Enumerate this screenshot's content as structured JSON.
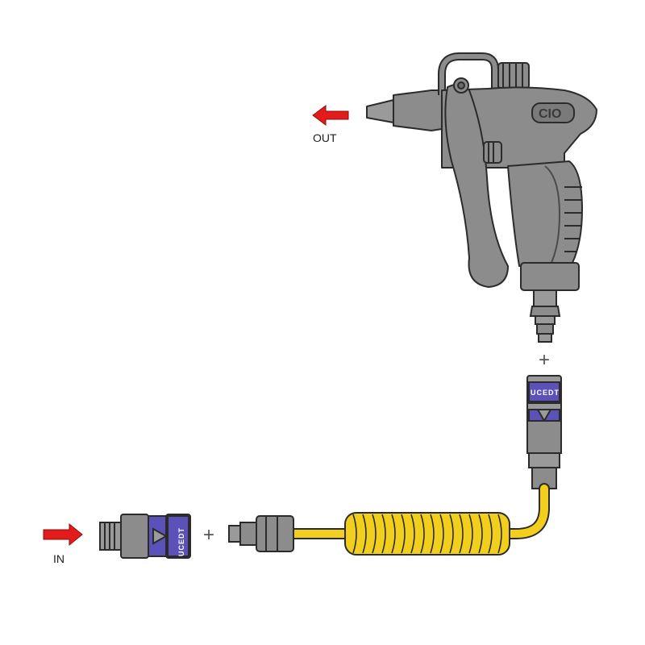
{
  "labels": {
    "out": "OUT",
    "in": "IN",
    "plus_top": "+",
    "plus_bottom": "+",
    "brand_top": "UCEDT",
    "brand_bottom": "UCEDT"
  },
  "components": [
    {
      "id": "air-blow-gun",
      "icon": "air-gun-icon"
    },
    {
      "id": "male-plug-top",
      "icon": "quick-plug-icon"
    },
    {
      "id": "female-coupler-top",
      "icon": "quick-coupler-icon"
    },
    {
      "id": "coiled-hose",
      "icon": "coiled-hose-icon"
    },
    {
      "id": "hose-plug",
      "icon": "quick-plug-icon"
    },
    {
      "id": "female-coupler-bottom",
      "icon": "quick-coupler-icon"
    }
  ],
  "colors": {
    "arrow": "#e31b1b",
    "body_gray": "#8c8c8c",
    "outline": "#2b2b2b",
    "hose_yellow": "#f2cf1d",
    "coupler_band": "#5a52b8"
  }
}
